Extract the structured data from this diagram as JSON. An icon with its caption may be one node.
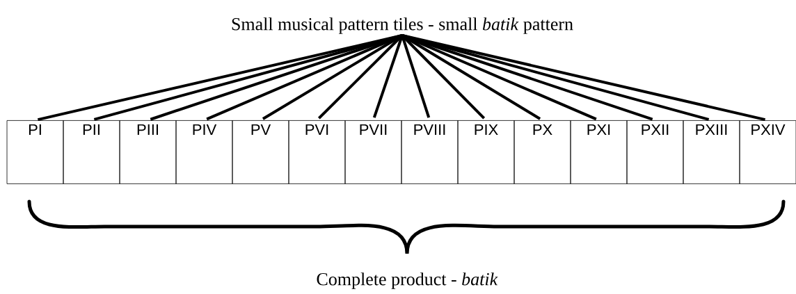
{
  "diagram": {
    "nodes": [
      {
        "text": [
          "Small musical pattern tiles - small *batik* pattern"
        ]
      },
      {
        "text": [
          "PI"
        ]
      },
      {
        "text": [
          "PII"
        ]
      },
      {
        "text": [
          "PIII"
        ]
      },
      {
        "text": [
          "PIV"
        ]
      },
      {
        "text": [
          "PV"
        ]
      },
      {
        "text": [
          "PVI"
        ]
      },
      {
        "text": [
          "PVII"
        ]
      },
      {
        "text": [
          "PVIII"
        ]
      },
      {
        "text": [
          "PIX"
        ]
      },
      {
        "text": [
          "PX"
        ]
      },
      {
        "text": [
          "PXI"
        ]
      },
      {
        "text": [
          "PXII"
        ]
      },
      {
        "text": [
          "PXIII"
        ]
      },
      {
        "text": [
          "PXIV"
        ]
      }
    ],
    "edges": [
      {
        "from": 0,
        "to": 1,
        "arrow": "none"
      },
      {
        "from": 0,
        "to": 2,
        "arrow": "none"
      },
      {
        "from": 0,
        "to": 3,
        "arrow": "none"
      },
      {
        "from": 0,
        "to": 4,
        "arrow": "none"
      },
      {
        "from": 0,
        "to": 5,
        "arrow": "none"
      },
      {
        "from": 0,
        "to": 6,
        "arrow": "none"
      },
      {
        "from": 0,
        "to": 7,
        "arrow": "none"
      },
      {
        "from": 0,
        "to": 8,
        "arrow": "none"
      },
      {
        "from": 0,
        "to": 9,
        "arrow": "none"
      },
      {
        "from": 0,
        "to": 10,
        "arrow": "none"
      },
      {
        "from": 0,
        "to": 11,
        "arrow": "none"
      },
      {
        "from": 0,
        "to": 12,
        "arrow": "none"
      },
      {
        "from": 0,
        "to": 13,
        "arrow": "none"
      },
      {
        "from": 0,
        "to": 14,
        "arrow": "none"
      }
    ],
    "caption": "Complete product - *batik*"
  }
}
